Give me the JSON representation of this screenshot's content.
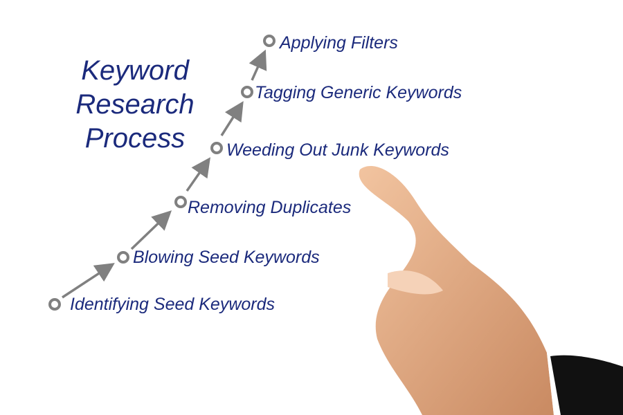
{
  "title": {
    "line1": "Keyword",
    "line2": "Research",
    "line3": "Process"
  },
  "steps": [
    {
      "label": "Identifying Seed Keywords"
    },
    {
      "label": "Blowing Seed Keywords"
    },
    {
      "label": "Removing Duplicates"
    },
    {
      "label": "Weeding Out Junk Keywords"
    },
    {
      "label": "Tagging Generic Keywords"
    },
    {
      "label": "Applying Filters"
    }
  ],
  "colors": {
    "text": "#1b2a7c",
    "arrow": "#808080",
    "skin": "#e8b48e",
    "sleeve": "#111111"
  }
}
